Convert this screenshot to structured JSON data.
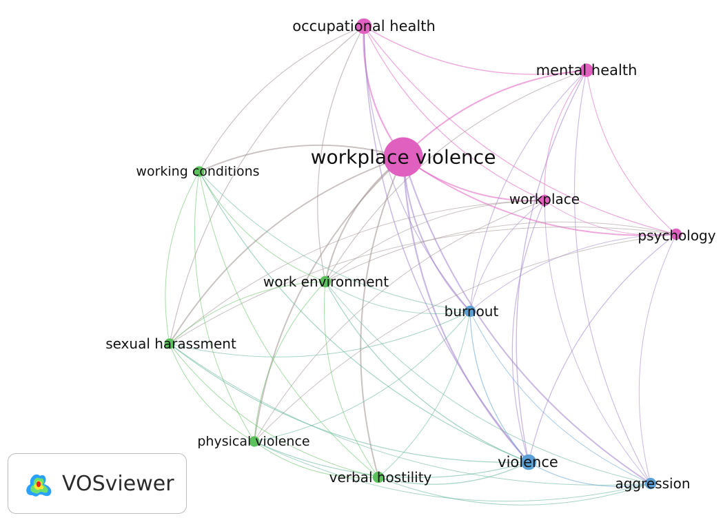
{
  "app": {
    "name": "VOSviewer"
  },
  "colors": {
    "cluster_pink": "#e060c0",
    "cluster_green": "#5cc05c",
    "cluster_blue": "#5b9fd4"
  },
  "network": {
    "nodes": [
      {
        "id": "occupational_health",
        "label": "occupational health",
        "cluster": "pink",
        "weight": 3
      },
      {
        "id": "mental_health",
        "label": "mental health",
        "cluster": "pink",
        "weight": 2.5
      },
      {
        "id": "workplace_violence",
        "label": "workplace violence",
        "cluster": "pink",
        "weight": 6
      },
      {
        "id": "workplace",
        "label": "workplace",
        "cluster": "pink",
        "weight": 2
      },
      {
        "id": "psychology",
        "label": "psychology",
        "cluster": "pink",
        "weight": 2
      },
      {
        "id": "working_conditions",
        "label": "working conditions",
        "cluster": "green",
        "weight": 1.8
      },
      {
        "id": "work_environment",
        "label": "work environment",
        "cluster": "green",
        "weight": 2
      },
      {
        "id": "sexual_harassment",
        "label": "sexual harassment",
        "cluster": "green",
        "weight": 1.8
      },
      {
        "id": "physical_violence",
        "label": "physical violence",
        "cluster": "green",
        "weight": 1.8
      },
      {
        "id": "verbal_hostility",
        "label": "verbal hostility",
        "cluster": "green",
        "weight": 2
      },
      {
        "id": "burnout",
        "label": "burnout",
        "cluster": "blue",
        "weight": 2
      },
      {
        "id": "violence",
        "label": "violence",
        "cluster": "blue",
        "weight": 3
      },
      {
        "id": "aggression",
        "label": "aggression",
        "cluster": "blue",
        "weight": 2
      }
    ],
    "links": [
      [
        "occupational_health",
        "mental_health"
      ],
      [
        "occupational_health",
        "workplace_violence"
      ],
      [
        "occupational_health",
        "workplace"
      ],
      [
        "occupational_health",
        "psychology"
      ],
      [
        "occupational_health",
        "working_conditions"
      ],
      [
        "occupational_health",
        "work_environment"
      ],
      [
        "occupational_health",
        "burnout"
      ],
      [
        "occupational_health",
        "violence"
      ],
      [
        "occupational_health",
        "sexual_harassment"
      ],
      [
        "mental_health",
        "workplace_violence"
      ],
      [
        "mental_health",
        "workplace"
      ],
      [
        "mental_health",
        "psychology"
      ],
      [
        "mental_health",
        "burnout"
      ],
      [
        "mental_health",
        "violence"
      ],
      [
        "mental_health",
        "aggression"
      ],
      [
        "mental_health",
        "work_environment"
      ],
      [
        "workplace_violence",
        "workplace"
      ],
      [
        "workplace_violence",
        "psychology"
      ],
      [
        "workplace_violence",
        "working_conditions"
      ],
      [
        "workplace_violence",
        "work_environment"
      ],
      [
        "workplace_violence",
        "sexual_harassment"
      ],
      [
        "workplace_violence",
        "physical_violence"
      ],
      [
        "workplace_violence",
        "verbal_hostility"
      ],
      [
        "workplace_violence",
        "burnout"
      ],
      [
        "workplace_violence",
        "violence"
      ],
      [
        "workplace_violence",
        "aggression"
      ],
      [
        "workplace",
        "psychology"
      ],
      [
        "workplace",
        "work_environment"
      ],
      [
        "workplace",
        "burnout"
      ],
      [
        "workplace",
        "violence"
      ],
      [
        "workplace",
        "aggression"
      ],
      [
        "workplace",
        "sexual_harassment"
      ],
      [
        "workplace",
        "physical_violence"
      ],
      [
        "psychology",
        "work_environment"
      ],
      [
        "psychology",
        "burnout"
      ],
      [
        "psychology",
        "violence"
      ],
      [
        "psychology",
        "aggression"
      ],
      [
        "psychology",
        "sexual_harassment"
      ],
      [
        "psychology",
        "physical_violence"
      ],
      [
        "working_conditions",
        "work_environment"
      ],
      [
        "working_conditions",
        "sexual_harassment"
      ],
      [
        "working_conditions",
        "physical_violence"
      ],
      [
        "working_conditions",
        "verbal_hostility"
      ],
      [
        "working_conditions",
        "violence"
      ],
      [
        "working_conditions",
        "burnout"
      ],
      [
        "work_environment",
        "sexual_harassment"
      ],
      [
        "work_environment",
        "physical_violence"
      ],
      [
        "work_environment",
        "verbal_hostility"
      ],
      [
        "work_environment",
        "burnout"
      ],
      [
        "work_environment",
        "violence"
      ],
      [
        "work_environment",
        "aggression"
      ],
      [
        "sexual_harassment",
        "physical_violence"
      ],
      [
        "sexual_harassment",
        "verbal_hostility"
      ],
      [
        "sexual_harassment",
        "burnout"
      ],
      [
        "sexual_harassment",
        "violence"
      ],
      [
        "sexual_harassment",
        "aggression"
      ],
      [
        "physical_violence",
        "verbal_hostility"
      ],
      [
        "physical_violence",
        "burnout"
      ],
      [
        "physical_violence",
        "violence"
      ],
      [
        "physical_violence",
        "aggression"
      ],
      [
        "verbal_hostility",
        "burnout"
      ],
      [
        "verbal_hostility",
        "violence"
      ],
      [
        "verbal_hostility",
        "aggression"
      ],
      [
        "burnout",
        "violence"
      ],
      [
        "burnout",
        "aggression"
      ],
      [
        "violence",
        "aggression"
      ]
    ]
  }
}
